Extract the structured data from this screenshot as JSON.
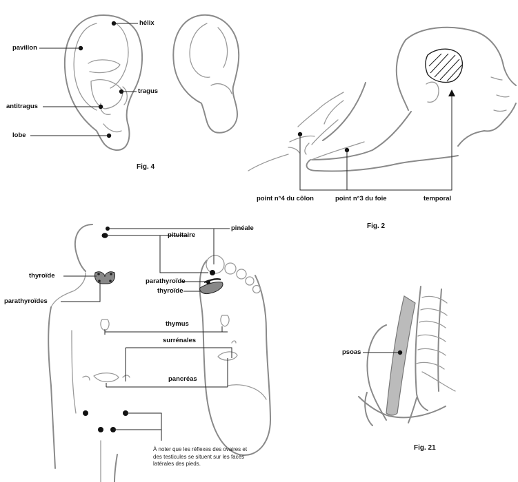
{
  "ear": {
    "labels": {
      "helix": "hélix",
      "pavillon": "pavillon",
      "tragus": "tragus",
      "antitragus": "antitragus",
      "lobe": "lobe"
    },
    "caption": "Fig. 4"
  },
  "head": {
    "labels": {
      "colon": "point n°4 du côlon",
      "liver": "point n°3 du foie",
      "temporal": "temporal"
    },
    "caption": "Fig. 2"
  },
  "body": {
    "labels": {
      "pineale": "pinéale",
      "pituitaire": "pituitaire",
      "thyroide_left": "thyroïde",
      "parathyroides": "parathyroïdes",
      "parathyroide_foot": "parathyroïde",
      "thyroide_foot": "thyroïde",
      "thymus": "thymus",
      "surrenales": "surrénales",
      "pancreas": "pancréas"
    },
    "note": "À noter que les réflexes des ovaires et des testicules se situent sur les faces latérales des pieds."
  },
  "psoas": {
    "label": "psoas",
    "caption": "Fig. 21"
  }
}
